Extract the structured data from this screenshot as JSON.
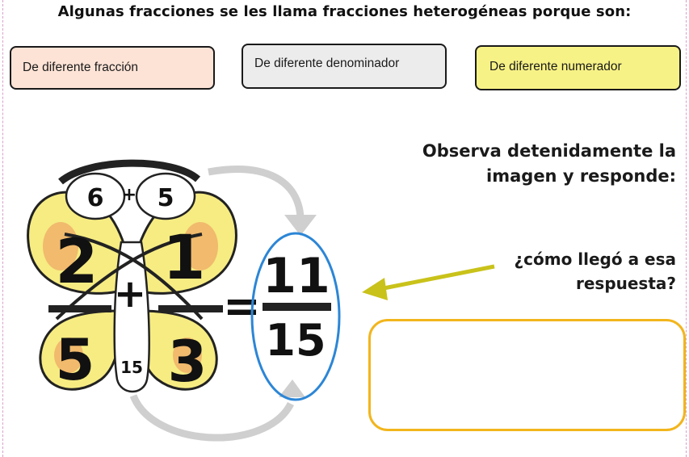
{
  "title": "Algunas fracciones se les llama fracciones heterogéneas porque son:",
  "options": [
    {
      "label": "De diferente fracción",
      "color": "#fde3d6"
    },
    {
      "label": "De diferente denominador",
      "color": "#ececec"
    },
    {
      "label": "De diferente numerador",
      "color": "#f7f286"
    }
  ],
  "instruction": {
    "line1": "Observa detenidamente la",
    "line2": "imagen y responde:"
  },
  "question": {
    "line1": "¿cómo llegó a esa",
    "line2": "respuesta?"
  },
  "butterfly": {
    "top_left": "6",
    "plus_top": "+",
    "top_right": "5",
    "left_numerator": "2",
    "left_denominator": "5",
    "right_numerator": "1",
    "right_denominator": "3",
    "plus_middle": "+",
    "bottom": "15",
    "equals": "=",
    "result_numerator": "11",
    "result_denominator": "15"
  },
  "colors": {
    "wing": "#f6ec82",
    "spot": "#f0b16a",
    "ellipse": "#2c86d6",
    "arrow": "#c9c21a",
    "answer_border": "#f2b51c"
  }
}
